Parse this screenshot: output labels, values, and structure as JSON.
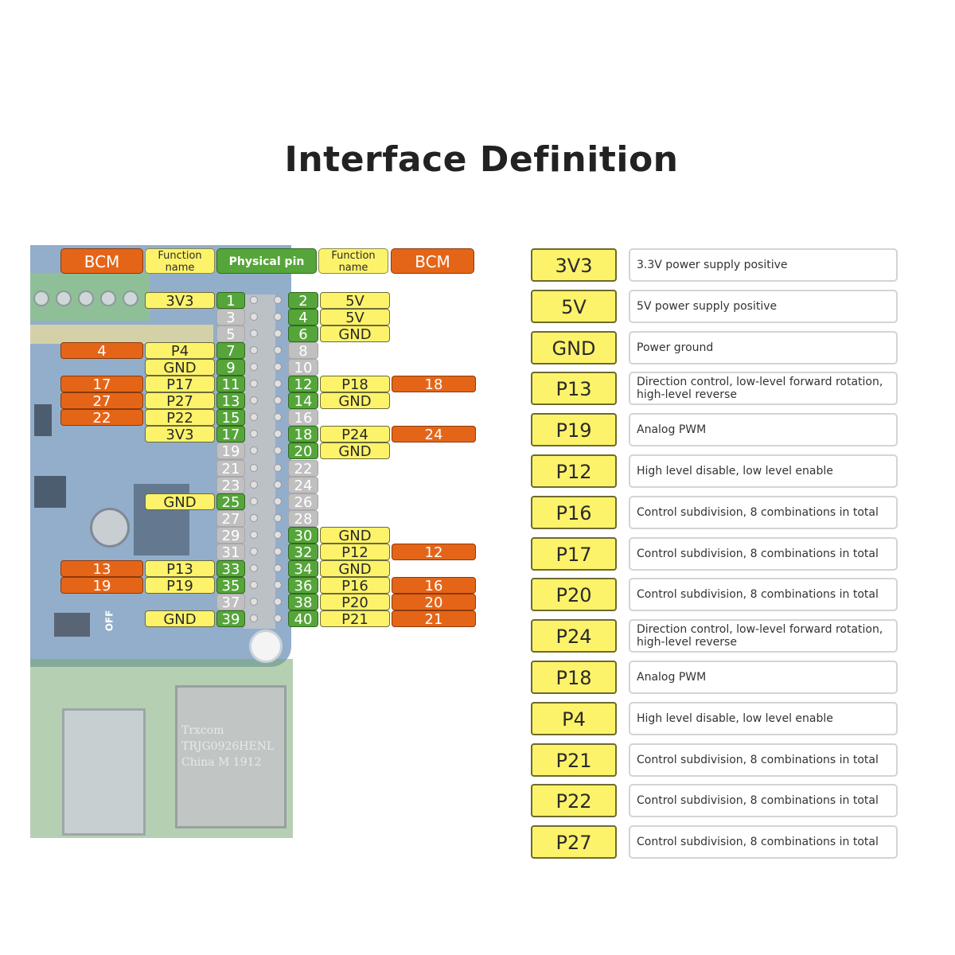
{
  "title": "Interface Definition",
  "headers": {
    "bcm_left": "BCM",
    "function_left": "Function\nname",
    "physical": "Physical pin",
    "function_right": "Function\nname",
    "bcm_right": "BCM"
  },
  "pins": [
    {
      "left_pin": "1",
      "left_fn": "3V3",
      "left_bcm": "",
      "right_pin": "2",
      "right_fn": "5V",
      "right_bcm": ""
    },
    {
      "left_pin": "3",
      "left_fn": "",
      "left_bcm": "",
      "right_pin": "4",
      "right_fn": "5V",
      "right_bcm": ""
    },
    {
      "left_pin": "5",
      "left_fn": "",
      "left_bcm": "",
      "right_pin": "6",
      "right_fn": "GND",
      "right_bcm": ""
    },
    {
      "left_pin": "7",
      "left_fn": "P4",
      "left_bcm": "4",
      "right_pin": "8",
      "right_fn": "",
      "right_bcm": ""
    },
    {
      "left_pin": "9",
      "left_fn": "GND",
      "left_bcm": "",
      "right_pin": "10",
      "right_fn": "",
      "right_bcm": ""
    },
    {
      "left_pin": "11",
      "left_fn": "P17",
      "left_bcm": "17",
      "right_pin": "12",
      "right_fn": "P18",
      "right_bcm": "18"
    },
    {
      "left_pin": "13",
      "left_fn": "P27",
      "left_bcm": "27",
      "right_pin": "14",
      "right_fn": "GND",
      "right_bcm": ""
    },
    {
      "left_pin": "15",
      "left_fn": "P22",
      "left_bcm": "22",
      "right_pin": "16",
      "right_fn": "",
      "right_bcm": ""
    },
    {
      "left_pin": "17",
      "left_fn": "3V3",
      "left_bcm": "",
      "right_pin": "18",
      "right_fn": "P24",
      "right_bcm": "24"
    },
    {
      "left_pin": "19",
      "left_fn": "",
      "left_bcm": "",
      "right_pin": "20",
      "right_fn": "GND",
      "right_bcm": ""
    },
    {
      "left_pin": "21",
      "left_fn": "",
      "left_bcm": "",
      "right_pin": "22",
      "right_fn": "",
      "right_bcm": ""
    },
    {
      "left_pin": "23",
      "left_fn": "",
      "left_bcm": "",
      "right_pin": "24",
      "right_fn": "",
      "right_bcm": ""
    },
    {
      "left_pin": "25",
      "left_fn": "GND",
      "left_bcm": "",
      "right_pin": "26",
      "right_fn": "",
      "right_bcm": ""
    },
    {
      "left_pin": "27",
      "left_fn": "",
      "left_bcm": "",
      "right_pin": "28",
      "right_fn": "",
      "right_bcm": ""
    },
    {
      "left_pin": "29",
      "left_fn": "",
      "left_bcm": "",
      "right_pin": "30",
      "right_fn": "GND",
      "right_bcm": ""
    },
    {
      "left_pin": "31",
      "left_fn": "",
      "left_bcm": "",
      "right_pin": "32",
      "right_fn": "P12",
      "right_bcm": "12"
    },
    {
      "left_pin": "33",
      "left_fn": "P13",
      "left_bcm": "13",
      "right_pin": "34",
      "right_fn": "GND",
      "right_bcm": ""
    },
    {
      "left_pin": "35",
      "left_fn": "P19",
      "left_bcm": "19",
      "right_pin": "36",
      "right_fn": "P16",
      "right_bcm": "16"
    },
    {
      "left_pin": "37",
      "left_fn": "",
      "left_bcm": "",
      "right_pin": "38",
      "right_fn": "P20",
      "right_bcm": "20"
    },
    {
      "left_pin": "39",
      "left_fn": "GND",
      "left_bcm": "",
      "right_pin": "40",
      "right_fn": "P21",
      "right_bcm": "21"
    }
  ],
  "board": {
    "off_label": "OFF",
    "eth_text": "Trxcom\nTRJG0926HENL\nChina M 1912"
  },
  "definitions": [
    {
      "name": "3V3",
      "desc": "3.3V power supply positive"
    },
    {
      "name": "5V",
      "desc": "5V power supply positive"
    },
    {
      "name": "GND",
      "desc": "Power ground"
    },
    {
      "name": "P13",
      "desc": "Direction control, low-level forward rotation, high-level reverse"
    },
    {
      "name": "P19",
      "desc": "Analog PWM"
    },
    {
      "name": "P12",
      "desc": "High level disable, low level enable"
    },
    {
      "name": "P16",
      "desc": "Control subdivision, 8 combinations in total"
    },
    {
      "name": "P17",
      "desc": "Control subdivision, 8 combinations in total"
    },
    {
      "name": "P20",
      "desc": "Control subdivision, 8 combinations in total"
    },
    {
      "name": "P24",
      "desc": "Direction control, low-level forward rotation, high-level reverse"
    },
    {
      "name": "P18",
      "desc": "Analog PWM"
    },
    {
      "name": "P4",
      "desc": "High level disable, low level enable"
    },
    {
      "name": "P21",
      "desc": "Control subdivision, 8 combinations in total"
    },
    {
      "name": "P22",
      "desc": "Control subdivision, 8 combinations in total"
    },
    {
      "name": "P27",
      "desc": "Control subdivision, 8 combinations in total"
    }
  ],
  "colors": {
    "function_yellow": "#fdf36a",
    "bcm_orange": "#e56518",
    "pin_green": "#56a53a",
    "pin_grey": "#c0c0c0"
  }
}
